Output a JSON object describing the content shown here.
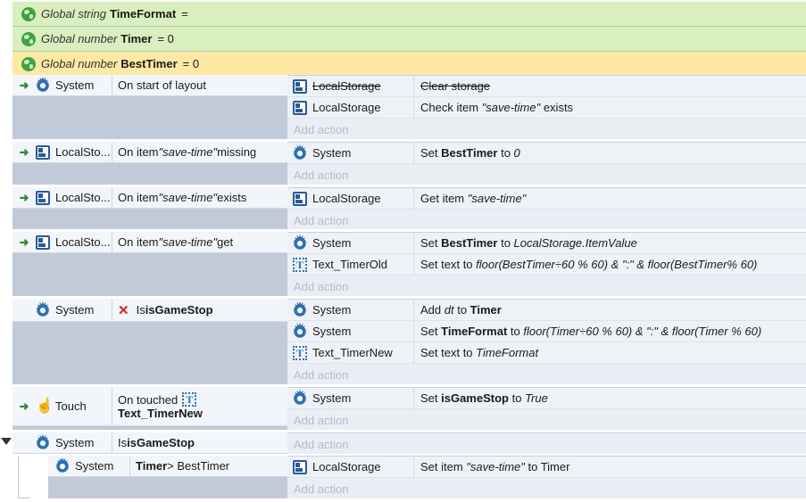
{
  "globals": [
    {
      "keyword": "Global string",
      "name": "TimeFormat",
      "value": "="
    },
    {
      "keyword": "Global number",
      "name": "Timer",
      "value": "= 0"
    },
    {
      "keyword": "Global number",
      "name": "BestTimer",
      "value": "= 0"
    }
  ],
  "events": {
    "e1": {
      "cond_obj": "System",
      "cond_text": "On start of layout",
      "a1_obj": "LocalStorage",
      "a1_text": "Clear storage",
      "a2_obj": "LocalStorage",
      "a2_pre": "Check item ",
      "a2_key": "\"save-time\"",
      "a2_post": " exists"
    },
    "e2": {
      "cond_obj": "LocalSto...",
      "cond_pre": "On item ",
      "cond_key": "\"save-time\"",
      "cond_post": " missing",
      "a1_obj": "System",
      "a1_pre": "Set ",
      "a1_var": "BestTimer",
      "a1_mid": " to ",
      "a1_val": "0"
    },
    "e3": {
      "cond_obj": "LocalSto...",
      "cond_pre": "On item ",
      "cond_key": "\"save-time\"",
      "cond_post": " exists",
      "a1_obj": "LocalStorage",
      "a1_pre": "Get item ",
      "a1_key": "\"save-time\""
    },
    "e4": {
      "cond_obj": "LocalSto...",
      "cond_pre": "On item ",
      "cond_key": "\"save-time\"",
      "cond_post": " get",
      "a1_obj": "System",
      "a1_pre": "Set ",
      "a1_var": "BestTimer",
      "a1_mid": " to ",
      "a1_val": "LocalStorage.ItemValue",
      "a2_obj": "Text_TimerOld",
      "a2_pre": "Set text to ",
      "a2_val": "floor(BestTimer÷60 % 60) & \":\" & floor(BestTimer% 60)"
    },
    "e5": {
      "cond_obj": "System",
      "cond_pre": "Is ",
      "cond_var": "isGameStop",
      "a1_obj": "System",
      "a1_pre": "Add ",
      "a1_val": "dt",
      "a1_mid": " to ",
      "a1_var": "Timer",
      "a2_obj": "System",
      "a2_pre": "Set ",
      "a2_var": "TimeFormat",
      "a2_mid": " to ",
      "a2_val": "floor(Timer÷60 % 60) & \":\" & floor(Timer % 60)",
      "a3_obj": "Text_TimerNew",
      "a3_pre": "Set text to ",
      "a3_val": "TimeFormat"
    },
    "e6": {
      "cond_obj": "Touch",
      "cond_line1": "On touched",
      "cond_line2": "Text_TimerNew",
      "a1_obj": "System",
      "a1_pre": "Set ",
      "a1_var": "isGameStop",
      "a1_mid": " to ",
      "a1_val": "True"
    },
    "e7": {
      "cond_obj": "System",
      "cond_pre": "Is ",
      "cond_var": "isGameStop",
      "sub_obj": "System",
      "sub_var": "Timer",
      "sub_post": " > BestTimer",
      "a1_obj": "LocalStorage",
      "a1_pre": "Set item ",
      "a1_key": "\"save-time\"",
      "a1_post": " to Timer"
    }
  },
  "add_action_label": "Add action",
  "icons": [
    "globe-icon",
    "gear-icon",
    "storage-icon",
    "text-object-icon",
    "touch-icon",
    "invert-x-icon",
    "arrow-icon",
    "collapse-triangle-icon"
  ],
  "colors": {
    "global_green": "#d9efbf",
    "global_yellow": "#fde9a4",
    "condition_bg": "#c0cad8",
    "action_bg": "#e9eef5",
    "add_action_text": "#b3bcc8",
    "invert_x": "#e02020"
  }
}
